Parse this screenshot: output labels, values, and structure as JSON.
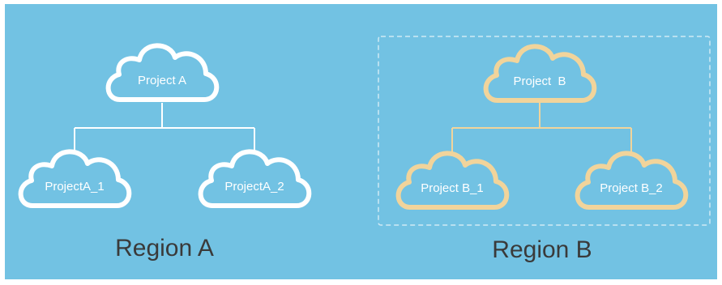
{
  "colors": {
    "background": "#72c2e3",
    "cloud_white": "#ffffff",
    "cloud_gold": "#f1d49b",
    "region_text": "#3a3a3a"
  },
  "region_a": {
    "label": "Region A",
    "parent": {
      "label": "Project A",
      "icon": "cloud-icon"
    },
    "children": [
      {
        "label": "ProjectA_1",
        "icon": "cloud-icon"
      },
      {
        "label": "ProjectA_2",
        "icon": "cloud-icon"
      }
    ]
  },
  "region_b": {
    "label": "Region B",
    "border_style": "dashed",
    "parent": {
      "label": "Project  B",
      "icon": "cloud-icon"
    },
    "children": [
      {
        "label": "Project B_1",
        "icon": "cloud-icon"
      },
      {
        "label": "Project B_2",
        "icon": "cloud-icon"
      }
    ]
  }
}
